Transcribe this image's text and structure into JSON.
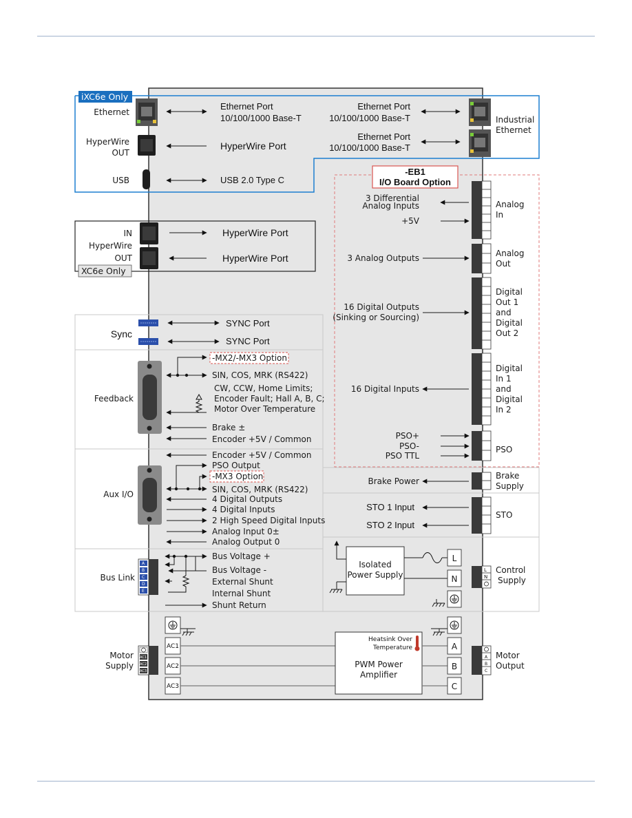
{
  "labels": {
    "ixc6e_only": "iXC6e Only",
    "ethernet": "Ethernet",
    "ethernet_port_1": "Ethernet Port",
    "ethernet_speed_1": "10/100/1000 Base-T",
    "ethernet_port_2": "Ethernet Port",
    "ethernet_speed_2": "10/100/1000 Base-T",
    "ethernet_port_3": "Ethernet Port",
    "ethernet_speed_3": "10/100/1000 Base-T",
    "industrial_1": "Industrial",
    "industrial_2": "Ethernet",
    "hyperwire_1": "HyperWire",
    "hyperwire_out": "OUT",
    "hyperwire_port_top": "HyperWire Port",
    "usb": "USB",
    "usb_type": "USB 2.0 Type C",
    "eb1_1": "-EB1",
    "eb1_2": "I/O Board Option",
    "in": "IN",
    "hyperwire_2": "HyperWire",
    "out": "OUT",
    "hw_port_in": "HyperWire Port",
    "hw_port_out": "HyperWire Port",
    "xc6e_only": "XC6e Only",
    "diff_1": "3 Differential",
    "diff_2": "Analog Inputs",
    "plus5v": "+5V",
    "analog_in_1": "Analog",
    "analog_in_2": "In",
    "analog_outputs": "3 Analog Outputs",
    "analog_out_1": "Analog",
    "analog_out_2": "Out",
    "dig_out_1": "16 Digital Outputs",
    "dig_out_2": "(Sinking or Sourcing)",
    "do_1": "Digital",
    "do_2": "Out 1",
    "do_3": "and",
    "do_4": "Digital",
    "do_5": "Out 2",
    "sync": "Sync",
    "sync_port_1": "SYNC Port",
    "sync_port_2": "SYNC Port",
    "feedback": "Feedback",
    "mx2_option": "-MX2/-MX3 Option",
    "sin_cos_1": "SIN, COS, MRK (RS422)",
    "limits_1": "CW, CCW, Home Limits;",
    "limits_2": "Encoder Fault; Hall A, B, C;",
    "limits_3": "Motor Over Temperature",
    "brake_pm": "Brake ±",
    "enc_5v_1": "Encoder +5V / Common",
    "dig_inputs_16": "16 Digital Inputs",
    "di_1": "Digital",
    "di_2": "In 1",
    "di_3": "and",
    "di_4": "Digital",
    "di_5": "In 2",
    "pso_plus": "PSO+",
    "pso_minus": "PSO-",
    "pso_ttl": "PSO TTL",
    "pso": "PSO",
    "enc_5v_2": "Encoder +5V / Common",
    "pso_output": "PSO Output",
    "aux_io": "Aux I/O",
    "mx3_option": "-MX3 Option",
    "sin_cos_2": "SIN, COS, MRK (RS422)",
    "dig_outputs_4": "4 Digital Outputs",
    "dig_inputs_4": "4 Digital Inputs",
    "hs_inputs": "2 High Speed Digital Inputs",
    "analog_input_0": "Analog Input 0±",
    "analog_output_0": "Analog Output 0",
    "brake_power": "Brake Power",
    "brake_supply_1": "Brake",
    "brake_supply_2": "Supply",
    "sto1": "STO 1 Input",
    "sto2": "STO 2 Input",
    "sto": "STO",
    "bus_link": "Bus Link",
    "bus_v_plus": "Bus Voltage +",
    "bus_v_minus": "Bus Voltage -",
    "ext_shunt": "External Shunt",
    "int_shunt": "Internal Shunt",
    "shunt_return": "Shunt Return",
    "iso_1": "Isolated",
    "iso_2": "Power Supply",
    "term_l": "L",
    "term_n": "N",
    "control_1": "Control",
    "control_2": "Supply",
    "motor_supply_1": "Motor",
    "motor_supply_2": "Supply",
    "ac1": "AC1",
    "ac2": "AC2",
    "ac3": "AC3",
    "heatsink_1": "Heatsink Over",
    "heatsink_2": "Temperature",
    "pwm_1": "PWM Power",
    "pwm_2": "Amplifier",
    "term_a": "A",
    "term_b": "B",
    "term_c": "C",
    "motor_output_1": "Motor",
    "motor_output_2": "Output",
    "bl_a": "A",
    "bl_b": "B",
    "bl_c": "C",
    "bl_d": "D",
    "bl_e": "E",
    "ms_ac1": "AC1",
    "ms_ac2": "AC2",
    "ms_ac3": "AC3",
    "mo_a": "A",
    "mo_b": "B",
    "mo_c": "C",
    "cs_l": "L",
    "cs_n": "N"
  },
  "colors": {
    "panel": "#e6e6e6",
    "accent_blue": "#1b7fd0",
    "badge_blue": "#1a6fbf",
    "option_red": "#d9534f",
    "connector": "#3a3a3a",
    "sync_blue": "#2b4faa",
    "thermometer": "#c0392b"
  },
  "icons": {
    "ethernet": "rj45-icon",
    "ground": "ground-icon",
    "fuse": "fuse-icon",
    "resistor": "resistor-icon",
    "thermometer": "thermometer-icon"
  }
}
